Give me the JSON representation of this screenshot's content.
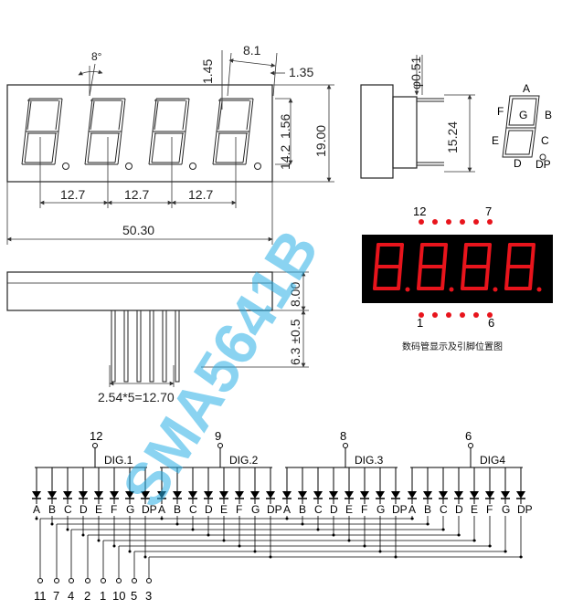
{
  "top_view": {
    "digit_pitch_1": "12.7",
    "digit_pitch_2": "12.7",
    "digit_pitch_3": "12.7",
    "total_width": "50.30",
    "slant": "8°",
    "digit_width": "8.1",
    "seg_offset": "1.45",
    "seg_thickness": "1.35",
    "digit_height": "14.2",
    "dp_offset": "1.56",
    "body_height": "19.00"
  },
  "side_view": {
    "pin_dia": "φ0.51",
    "pin_row": "15.24"
  },
  "bottom_view": {
    "pin_pitch": "2.54*5=12.70",
    "body_depth": "8.00",
    "pin_length": "6.3 ±0.5"
  },
  "segment_legend": {
    "A": "A",
    "B": "B",
    "C": "C",
    "D": "D",
    "E": "E",
    "F": "F",
    "G": "G",
    "DP": "DP"
  },
  "pinout_photo": {
    "top_left_pin": "12",
    "top_right_pin": "7",
    "bottom_left_pin": "1",
    "bottom_right_pin": "6",
    "caption": "数码管显示及引脚位置图",
    "display_color": "#e8141c"
  },
  "watermark": "SMA5641B",
  "schematic": {
    "digits": [
      {
        "pin": "12",
        "label": "DIG.1"
      },
      {
        "pin": "9",
        "label": "DIG.2"
      },
      {
        "pin": "8",
        "label": "DIG.3"
      },
      {
        "pin": "6",
        "label": "DIG4"
      }
    ],
    "segment_letters": [
      "A",
      "B",
      "C",
      "D",
      "E",
      "F",
      "G",
      "DP"
    ],
    "bottom_pins": [
      "11",
      "7",
      "4",
      "2",
      "1",
      "10",
      "5",
      "3"
    ]
  }
}
